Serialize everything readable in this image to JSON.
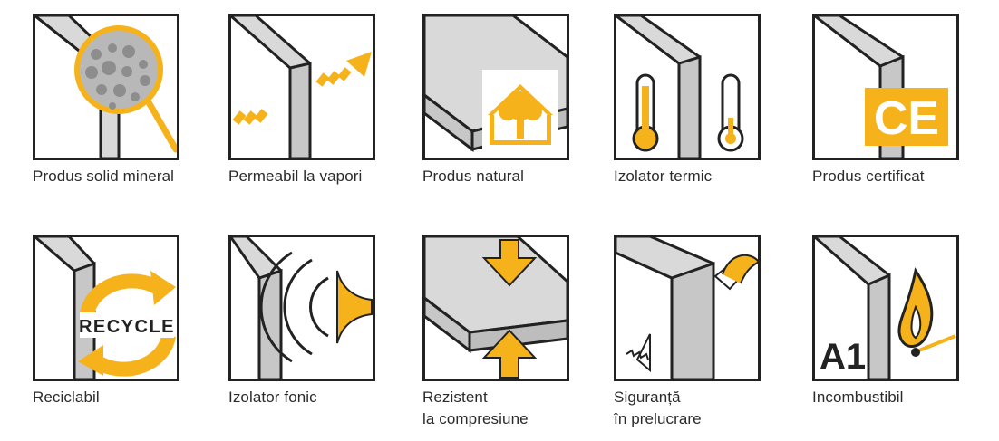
{
  "colors": {
    "accent": "#f5b21b",
    "wall": "#d9d9d9",
    "outline": "#222222"
  },
  "items": [
    {
      "icon": "magnifier-mineral-icon",
      "label": "Produs solid mineral"
    },
    {
      "icon": "vapor-permeable-icon",
      "label": "Permeabil la vapori"
    },
    {
      "icon": "natural-tree-house-icon",
      "label": "Produs natural"
    },
    {
      "icon": "thermometers-icon",
      "label": "Izolator termic"
    },
    {
      "icon": "ce-mark-icon",
      "label": "Produs certificat",
      "badge": "CE"
    },
    {
      "icon": "recycle-icon",
      "label": "Reciclabil",
      "badge": "RECYCLE"
    },
    {
      "icon": "sound-waves-icon",
      "label": "Izolator fonic"
    },
    {
      "icon": "compression-arrows-icon",
      "label_line1": "Rezistent",
      "label_line2": "la compresiune"
    },
    {
      "icon": "saw-cutting-icon",
      "label_line1": "Siguranță",
      "label_line2": "în prelucrare"
    },
    {
      "icon": "flame-a1-icon",
      "label": "Incombustibil",
      "badge": "A1"
    }
  ]
}
